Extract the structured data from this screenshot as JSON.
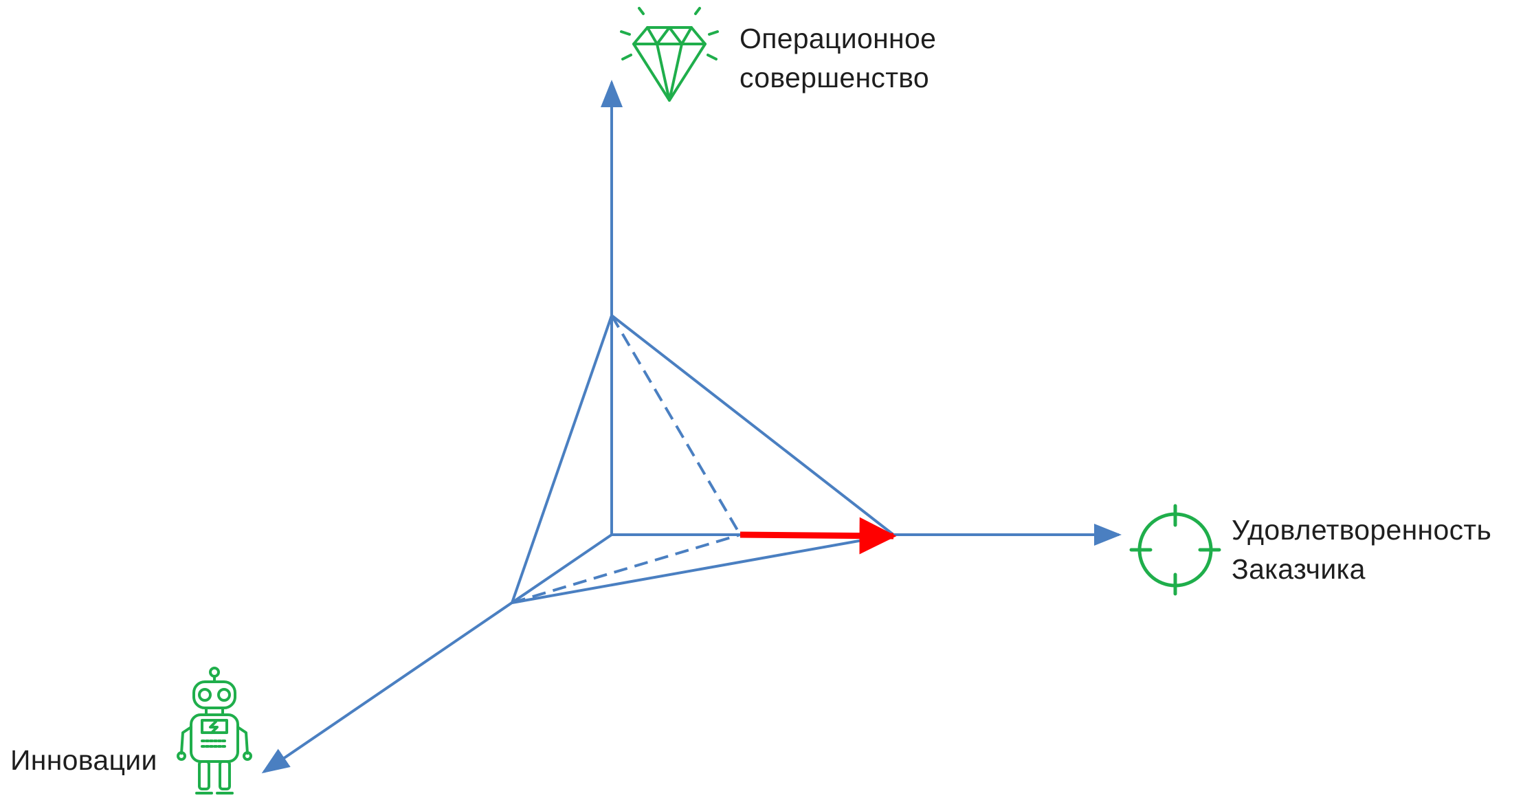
{
  "colors": {
    "axis": "#4a7fc1",
    "highlight": "#ff0000",
    "icon": "#1fae4b",
    "text": "#1e1e1e"
  },
  "labels": {
    "operational": [
      "Операционное",
      "совершенство"
    ],
    "customer": [
      "Удовлетворенность",
      "Заказчика"
    ],
    "innovation": "Инновации"
  },
  "icons": {
    "operational": "diamond-icon",
    "customer": "target-icon",
    "innovation": "robot-icon"
  }
}
